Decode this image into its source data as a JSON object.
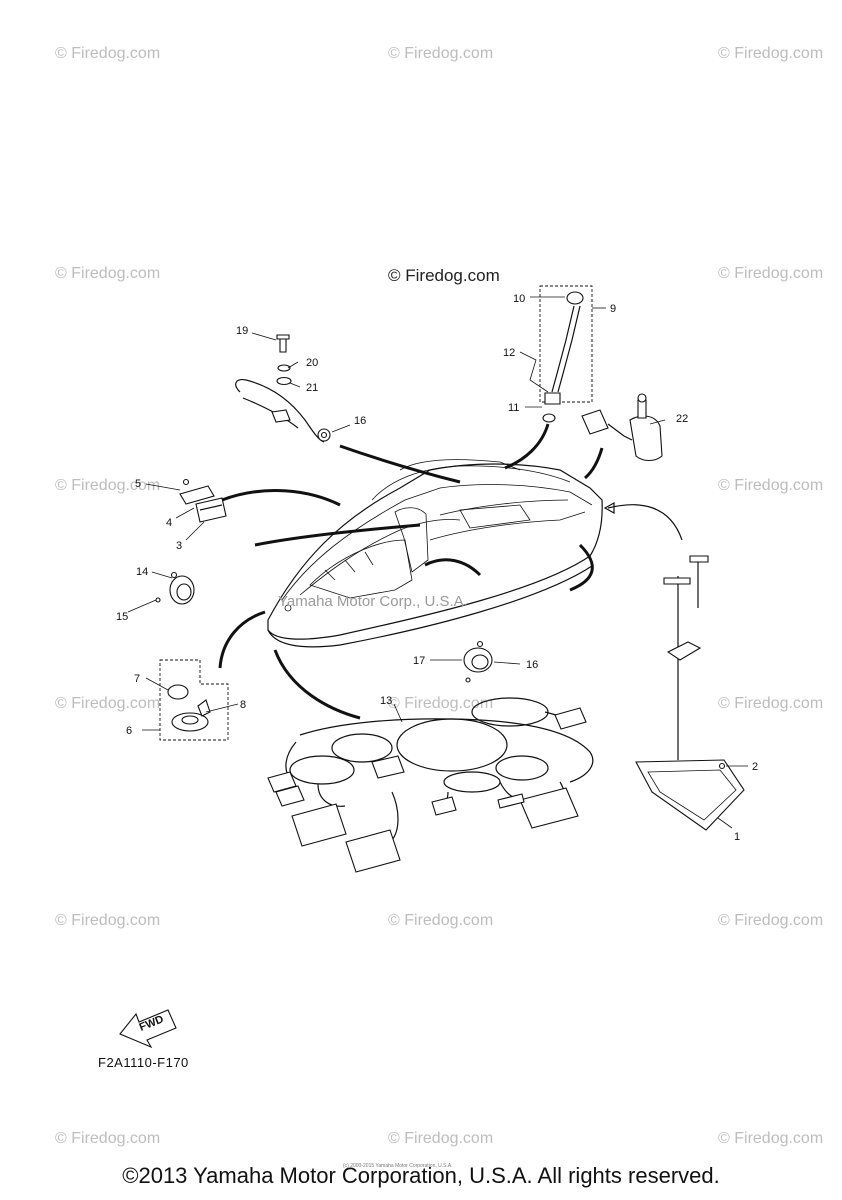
{
  "watermark_text": "© Firedog.com",
  "center_watermark_text": "© Firedog.com",
  "diagram_code": "F2A1110-F170",
  "fwd_label": "FWD",
  "hull_ghost_text": "Yamaha Motor Corp., U.S.A.",
  "tiny_footer_text": "(c) 2000-2015 Yamaha Motor Corporation, U.S.A.",
  "copyright": "©2013 Yamaha Motor Corporation, U.S.A. All rights reserved.",
  "callouts": {
    "c1": "1",
    "c2": "2",
    "c3": "3",
    "c4": "4",
    "c5": "5",
    "c6": "6",
    "c7": "7",
    "c8": "8",
    "c9": "9",
    "c10": "10",
    "c11": "11",
    "c12": "12",
    "c13": "13",
    "c14": "14",
    "c15": "15",
    "c16a": "16",
    "c16b": "16",
    "c17": "17",
    "c19": "19",
    "c20": "20",
    "c21": "21",
    "c22": "22"
  }
}
